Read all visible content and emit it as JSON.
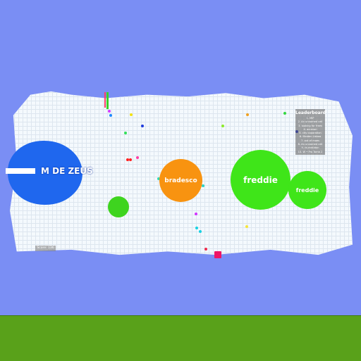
{
  "game": {
    "leaderboard": {
      "title": "Leaderboard",
      "entries": [
        "1. MIP",
        "2. An unnamed cell",
        "3. looking for frees",
        "4. acrenan",
        "5. city coporation",
        "6. Maiden Lisboa",
        "7. out of moes",
        "8. An unnamed cell",
        "9. rb.mekldon",
        "10. W • Pro Tomb 2"
      ]
    },
    "score": "Score: 136",
    "cells": {
      "zeus": {
        "label": "M DE ZEUS",
        "color": "#1f67ee"
      },
      "bradesco": {
        "label": "bradesco",
        "color": "#f89310"
      },
      "freddie_big": {
        "label": "freddie",
        "color": "#3fe519"
      },
      "freddie_small": {
        "label": "freddie",
        "color": "#3fe519"
      },
      "green_small": {
        "label": "",
        "color": "#3ed41f"
      }
    },
    "colors": {
      "sky": "#7a8ef4",
      "ground": "#59a11a",
      "grid": "#dde6ef"
    }
  }
}
